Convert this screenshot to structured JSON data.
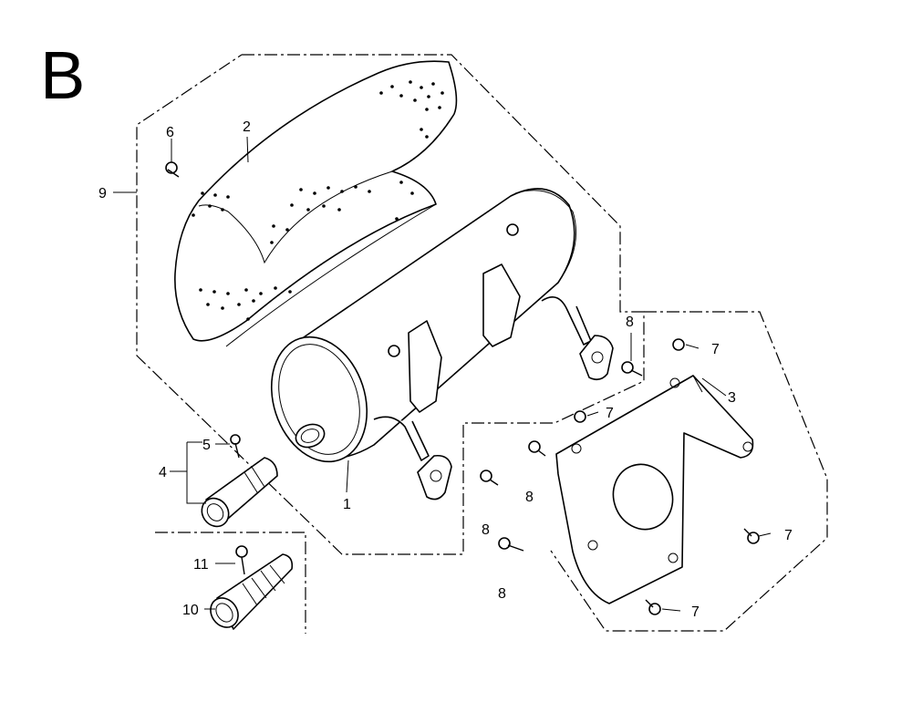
{
  "section_letter": "B",
  "callouts": {
    "c1": "1",
    "c2": "2",
    "c3": "3",
    "c4": "4",
    "c5": "5",
    "c6": "6",
    "c7a": "7",
    "c7b": "7",
    "c7c": "7",
    "c7d": "7",
    "c8a": "8",
    "c8b": "8",
    "c8c": "8",
    "c8d": "8",
    "c9": "9",
    "c10": "10",
    "c11": "11"
  }
}
